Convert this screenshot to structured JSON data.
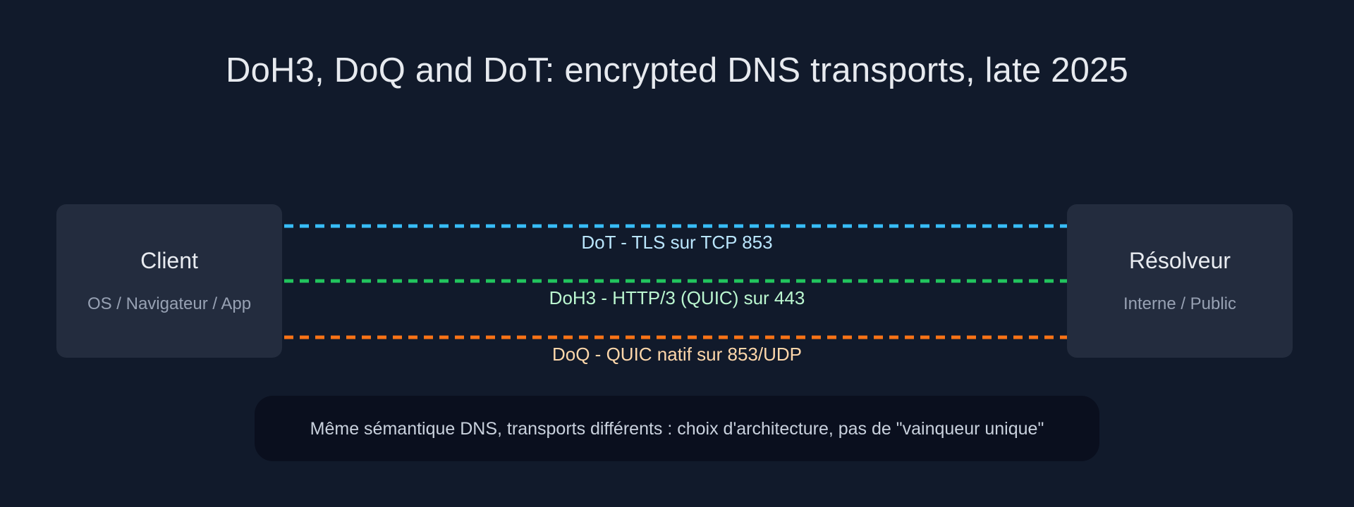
{
  "page": {
    "title": "DoH3, DoQ and DoT: encrypted DNS transports, late 2025"
  },
  "client_box": {
    "title": "Client",
    "subtitle": "OS / Navigateur / App"
  },
  "resolver_box": {
    "title": "Résolveur",
    "subtitle": "Interne / Public"
  },
  "transports": [
    {
      "id": "dot",
      "label": "DoT - TLS sur TCP 853",
      "line_color": "#38bdf8",
      "label_color": "#bae6fd"
    },
    {
      "id": "doh3",
      "label": "DoH3 - HTTP/3 (QUIC) sur 443",
      "line_color": "#22c55e",
      "label_color": "#bbf7d0"
    },
    {
      "id": "doq",
      "label": "DoQ - QUIC natif sur 853/UDP",
      "line_color": "#f97316",
      "label_color": "#fed7aa"
    }
  ],
  "footer": {
    "note": "Même sémantique DNS, transports différents : choix d'architecture, pas de \"vainqueur unique\""
  }
}
